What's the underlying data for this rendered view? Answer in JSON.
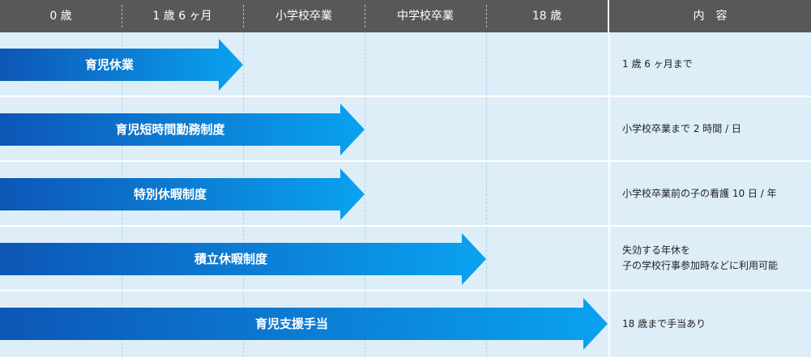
{
  "header": {
    "columns": [
      "0 歳",
      "1 歳 6 ヶ月",
      "小学校卒業",
      "中学校卒業",
      "18 歳"
    ],
    "content_title": "内　容"
  },
  "rows": [
    {
      "label": "育児休業",
      "content": "1 歳 6 ヶ月まで",
      "span": 2
    },
    {
      "label": "育児短時間勤務制度",
      "content": "小学校卒業まで 2 時間 / 日",
      "span": 3
    },
    {
      "label": "特別休暇制度",
      "content": "小学校卒業前の子の看護 10 日 / 年",
      "span": 3
    },
    {
      "label": "積立休暇制度",
      "content": "失効する年休を\n子の学校行事参加時などに利用可能",
      "span": 4
    },
    {
      "label": "育児支援手当",
      "content": "18 歳まで手当あり",
      "span": 5
    }
  ],
  "colors": {
    "header_bg": "#585858",
    "grid_bg": "#ddeef9",
    "arrow_start": "#0d56b6",
    "arrow_end": "#0aa2f0"
  }
}
